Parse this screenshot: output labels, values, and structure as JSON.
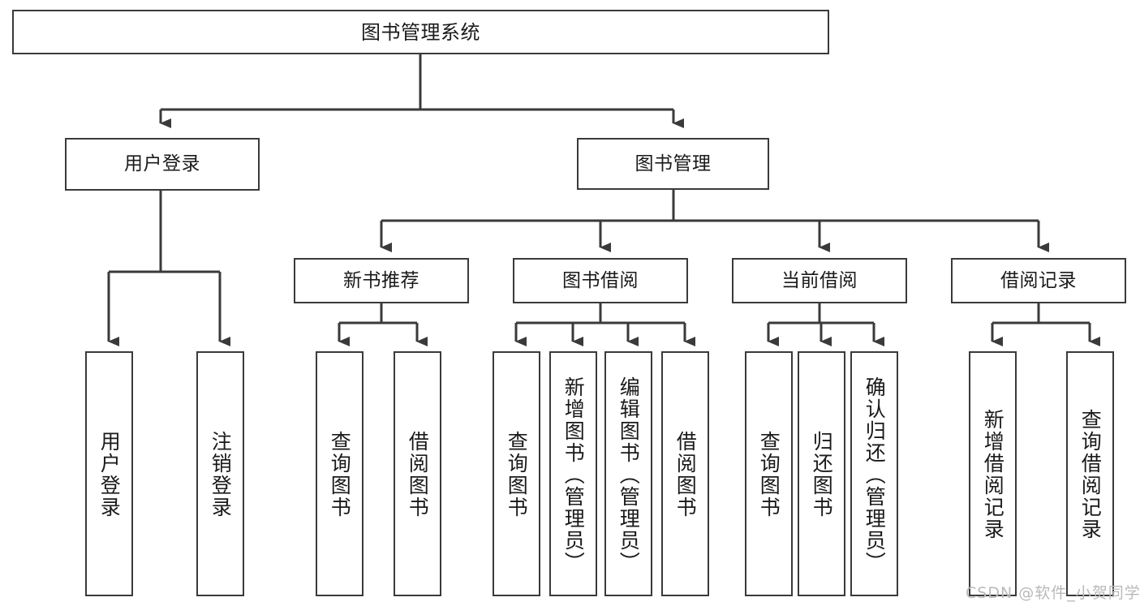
{
  "diagram": {
    "title": "图书管理系统",
    "watermark": "CSDN @软件_小贺同学",
    "colors": {
      "stroke": "#3a3a3a",
      "fill": "#ffffff",
      "text": "#1a1a1a",
      "watermark": "#b9b9b9"
    },
    "nodes": {
      "root": "图书管理系统",
      "user_login": "用户登录",
      "book_manage": "图书管理",
      "new_book_rec": "新书推荐",
      "book_borrow": "图书借阅",
      "current_borrow": "当前借阅",
      "borrow_record": "借阅记录",
      "leaf_user_login": "用户登录",
      "leaf_user_logout": "注销登录",
      "leaf_rec_query": "查询图书",
      "leaf_rec_borrow": "借阅图书",
      "leaf_borrow_query": "查询图书",
      "leaf_borrow_add": "新增图书（管理员）",
      "leaf_borrow_edit": "编辑图书（管理员）",
      "leaf_borrow_do": "借阅图书",
      "leaf_cur_query": "查询图书",
      "leaf_cur_return": "归还图书",
      "leaf_cur_confirm": "确认归还（管理员）",
      "leaf_rec_add": "新增借阅记录",
      "leaf_rec_query2": "查询借阅记录"
    }
  }
}
